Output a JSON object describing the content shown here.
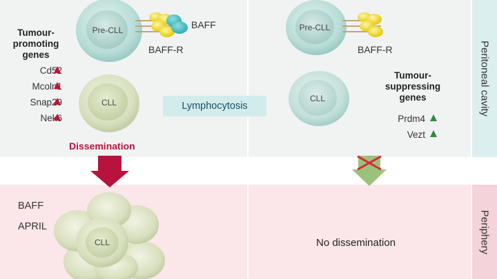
{
  "labels": {
    "peritoneal_cavity": "Peritoneal cavity",
    "periphery": "Periphery",
    "lymphocytosis": "Lymphocytosis",
    "dissemination": "Dissemination",
    "no_dissemination": "No dissemination",
    "baff": "BAFF",
    "april": "APRIL",
    "baff_r_left": "BAFF-R",
    "baff_r_right": "BAFF-R",
    "baff_ligand": "BAFF"
  },
  "cells": {
    "pre_cll_left": "Pre-CLL",
    "pre_cll_right": "Pre-CLL",
    "cll_left": "CLL",
    "cll_right": "CLL",
    "cll_cluster": "CLL"
  },
  "tumour_promoting": {
    "title_1": "Tumour-",
    "title_2": "promoting",
    "title_3": "genes",
    "genes": [
      "Cd52",
      "Mcoln1",
      "Snap29",
      "Nek6"
    ]
  },
  "tumour_suppressing": {
    "title_1": "Tumour-",
    "title_2": "suppressing",
    "title_3": "genes",
    "genes": [
      "Prdm4",
      "Vezt"
    ]
  },
  "colors": {
    "up_promoting": "#c8102e",
    "up_suppressing": "#2e8b3a",
    "dissemination_arrow": "#b8133f",
    "blocked_arrow": "#9cc27a"
  }
}
